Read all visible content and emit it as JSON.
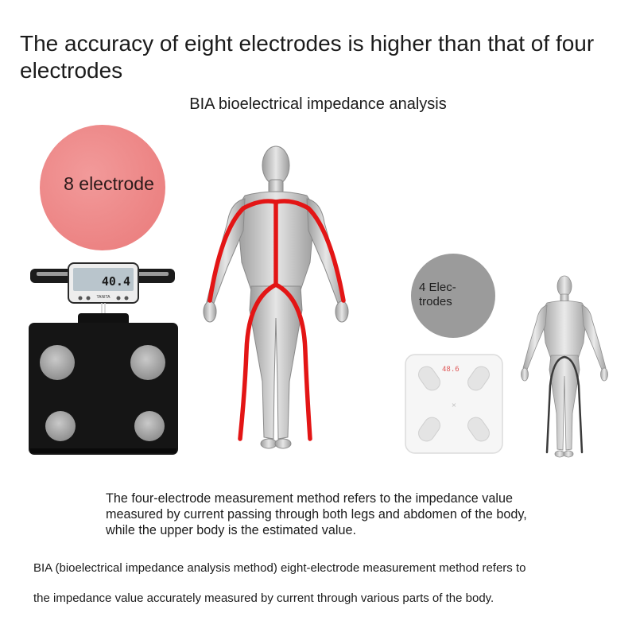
{
  "headline": "The accuracy of eight electrodes is higher than that of four electrodes",
  "subtitle": "BIA bioelectrical impedance analysis",
  "badge_eight": "8 electrode",
  "badge_four": "4 Elec-trodes",
  "badge_four_lines": [
    "4 Elec-",
    "trodes"
  ],
  "scale_eight_display": "40.4",
  "scale_eight_brand": "TANITA",
  "scale_four_display": "48.6",
  "paragraph_four": "The four-electrode measurement method refers to the impedance value measured by current passing through both legs and abdomen of the body, while the upper body is the estimated value.",
  "paragraph_eight_line1": "BIA (bioelectrical impedance analysis method) eight-electrode measurement method refers to",
  "paragraph_eight_line2": "the impedance value accurately measured by current through various parts of the body.",
  "colors": {
    "badge_eight": "#ec8383",
    "badge_four": "#9b9b9b",
    "current_path_eight": "#e31515",
    "current_path_four": "#3a3a3a",
    "scale_eight_body": "#151515",
    "scale_four_body": "#f6f6f6"
  }
}
